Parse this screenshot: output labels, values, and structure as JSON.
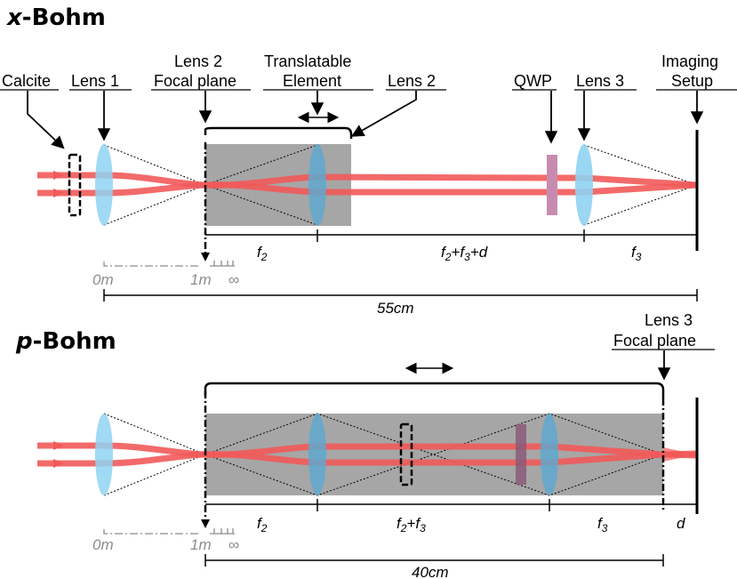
{
  "panels": {
    "top": {
      "title_letter": "x",
      "title_rest": "-Bohm",
      "labels": {
        "calcite": "Calcite",
        "lens1": "Lens 1",
        "lens2fp_1": "Lens 2",
        "lens2fp_2": "Focal plane",
        "trans_1": "Translatable",
        "trans_2": "Element",
        "lens2": "Lens 2",
        "qwp": "QWP",
        "lens3": "Lens 3",
        "imaging_1": "Imaging",
        "imaging_2": "Setup"
      },
      "distances": {
        "seg1_f": "f",
        "seg1_sub": "2",
        "seg2_a": "f",
        "seg2_a_sub": "2",
        "seg2_b": "+f",
        "seg2_b_sub": "3",
        "seg2_c": "+d",
        "seg3_f": "f",
        "seg3_sub": "3",
        "total": "55cm"
      },
      "scale": {
        "start": "0m",
        "end": "1m",
        "inf": "∞"
      }
    },
    "bottom": {
      "title_letter": "p",
      "title_rest": "-Bohm",
      "labels": {
        "lens3fp_1": "Lens 3",
        "lens3fp_2": "Focal plane"
      },
      "distances": {
        "seg1_f": "f",
        "seg1_sub": "2",
        "seg2_a": "f",
        "seg2_a_sub": "2",
        "seg2_b": "+f",
        "seg2_b_sub": "3",
        "seg3_f": "f",
        "seg3_sub": "3",
        "seg4": "d",
        "total": "40cm"
      },
      "scale": {
        "start": "0m",
        "end": "1m",
        "inf": "∞"
      }
    }
  },
  "colors": {
    "beam": "#f25a5a",
    "lens": "#8fd3f2",
    "box": "#a6a6a6",
    "qwp": "#c88bb0"
  }
}
